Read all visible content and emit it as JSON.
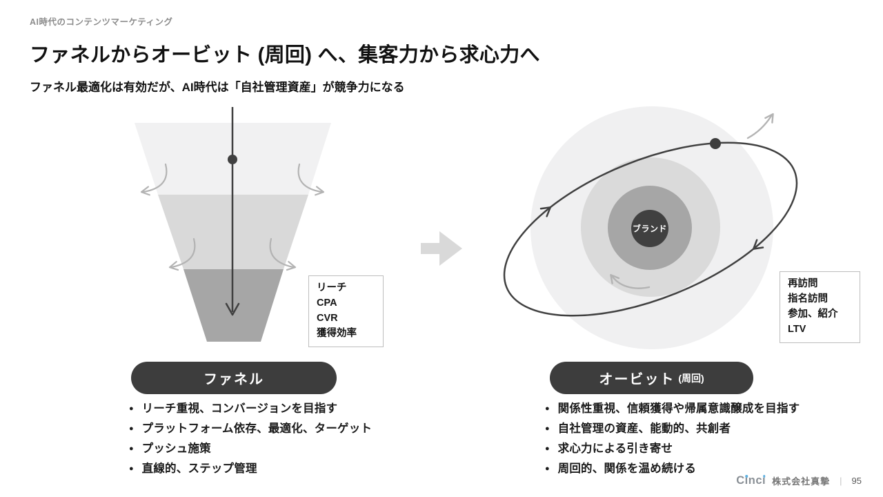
{
  "header": {
    "eyebrow": "AI時代のコンテンツマーケティング",
    "title": "ファネルからオービット (周回) へ、集客力から求心力へ",
    "subtitle": "ファネル最適化は有効だが、AI時代は「自社管理資産」が競争力になる"
  },
  "bullet_glyph": "●",
  "funnel": {
    "pill_label": "ファネル",
    "metrics": [
      "リーチ",
      "CPA",
      "CVR",
      "獲得効率"
    ],
    "bullets": [
      "リーチ重視、コンバージョンを目指す",
      "プラットフォーム依存、最適化、ターゲット",
      "プッシュ施策",
      "直線的、ステップ管理"
    ]
  },
  "orbit": {
    "pill_label": "オービット",
    "pill_suffix": "(周回)",
    "center_label": "ブランド",
    "metrics": [
      "再訪問",
      "指名訪問",
      "参加、紹介",
      "LTV"
    ],
    "bullets": [
      "関係性重視、信頼獲得や帰属意識醸成を目指す",
      "自社管理の資産、能動的、共創者",
      "求心力による引き寄せ",
      "周回的、関係を温め続ける"
    ]
  },
  "footer": {
    "logo": "Cinci",
    "company": "株式会社真摯",
    "separator": "|",
    "page": "95"
  },
  "colors": {
    "accent_dark": "#404040",
    "pill_bg": "#3d3d3d",
    "funnel_band_light": "#f1f1f2",
    "funnel_band_mid": "#d9d9d9",
    "funnel_band_dark": "#a6a6a6",
    "orbit_outer": "#f0f0f1",
    "orbit_mid": "#dadada",
    "orbit_inner": "#a6a6a6",
    "gray_arrow": "#b3b3b3",
    "box_border": "#bdbdbd",
    "logo_gray": "#8a9096",
    "logo_dot_blue": "#5fb0e0"
  }
}
